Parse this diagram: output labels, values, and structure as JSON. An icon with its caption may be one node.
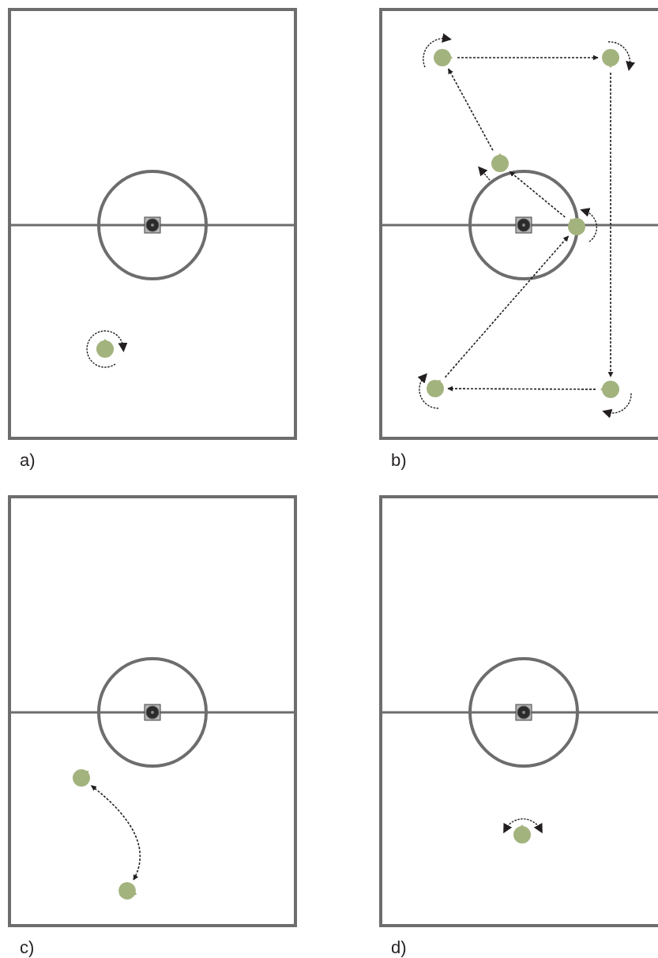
{
  "diagram": {
    "nodes": [
      {
        "text": [],
        "shape": "circle"
      },
      {
        "text": [],
        "shape": "circle"
      },
      {
        "text": [],
        "shape": "circle"
      },
      {
        "text": [],
        "shape": "circle"
      },
      {
        "text": [],
        "shape": "circle"
      },
      {
        "text": [],
        "shape": "circle"
      },
      {
        "text": [],
        "shape": "circle"
      },
      {
        "text": [],
        "shape": "circle"
      },
      {
        "text": [],
        "shape": "circle"
      },
      {
        "text": [],
        "shape": "circle"
      }
    ],
    "edges": [
      {
        "from": 1,
        "to": 2,
        "arrow": "to",
        "style": "dashed"
      },
      {
        "from": 2,
        "to": 6,
        "arrow": "to",
        "style": "dashed"
      },
      {
        "from": 6,
        "to": 5,
        "arrow": "to",
        "style": "dashed"
      },
      {
        "from": 5,
        "to": 4,
        "arrow": "to",
        "style": "dashed"
      },
      {
        "from": 4,
        "to": 3,
        "arrow": "to",
        "style": "dashed"
      },
      {
        "from": 3,
        "to": 1,
        "arrow": "to",
        "style": "dashed"
      },
      {
        "from": 7,
        "to": 8,
        "arrow": "both",
        "style": "dashed"
      }
    ],
    "labels": [
      "a)",
      "b)",
      "c)",
      "d)"
    ]
  }
}
